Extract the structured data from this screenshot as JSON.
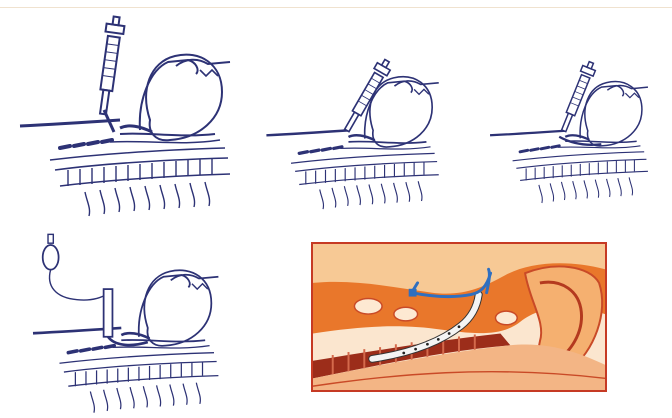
{
  "figure": {
    "panels": [
      {
        "name": "step-1-insertion"
      },
      {
        "name": "step-2-dilation"
      },
      {
        "name": "step-3-tube-placement"
      },
      {
        "name": "step-4-cuff-inflated"
      },
      {
        "name": "sagittal-color-illustration"
      }
    ]
  },
  "colors": {
    "ink": "#2d3275",
    "inkLight": "#5a5f9e",
    "frameRed": "#c63a24",
    "tissueOrange": "#e9772b",
    "tissuePale": "#f7c995",
    "mucosaRed": "#c94a27",
    "tubeBlue": "#2f6fc0",
    "tubeWhite": "#f4f4f4"
  }
}
